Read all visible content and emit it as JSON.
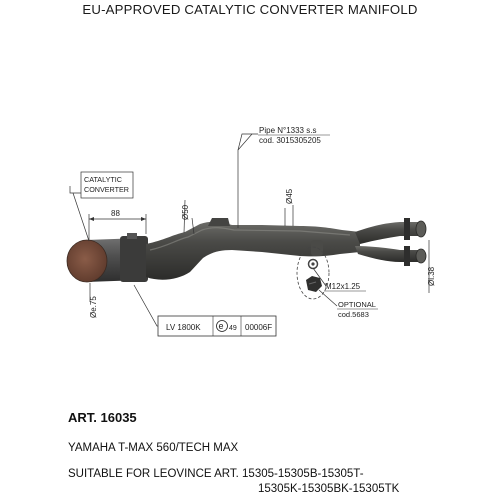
{
  "title": "EU-APPROVED CATALYTIC CONVERTER MANIFOLD",
  "labels": {
    "catalytic_line1": "CATALYTIC",
    "catalytic_line2": "CONVERTER",
    "pipe_line1": "Pipe N°1333 s.s",
    "pipe_line2": "cod. 3015305205",
    "dim_88": "88",
    "dim_d50": "Ø50",
    "dim_d45": "Ø45",
    "dim_de75": "Øe.75",
    "dim_d138": "Øi.38",
    "thread": "M12x1.25",
    "optional_line1": "OPTIONAL",
    "optional_line2": "cod.5683",
    "homologation_lv": "LV 1800K",
    "homologation_e": "e",
    "homologation_e_num": "49",
    "homologation_code": "00006F"
  },
  "info": {
    "art": "ART. 16035",
    "model": "YAMAHA T-MAX 560/TECH MAX",
    "suitable_line1": "SUITABLE FOR LEOVINCE ART. 15305-15305B-15305T-",
    "suitable_line2": "15305K-15305BK-15305TK"
  },
  "colors": {
    "pipe_dark": "#3d3d3b",
    "pipe_mid": "#5a5a57",
    "pipe_light": "#7a7a76",
    "catalyst_face": "#7a5040",
    "line": "#333333"
  }
}
